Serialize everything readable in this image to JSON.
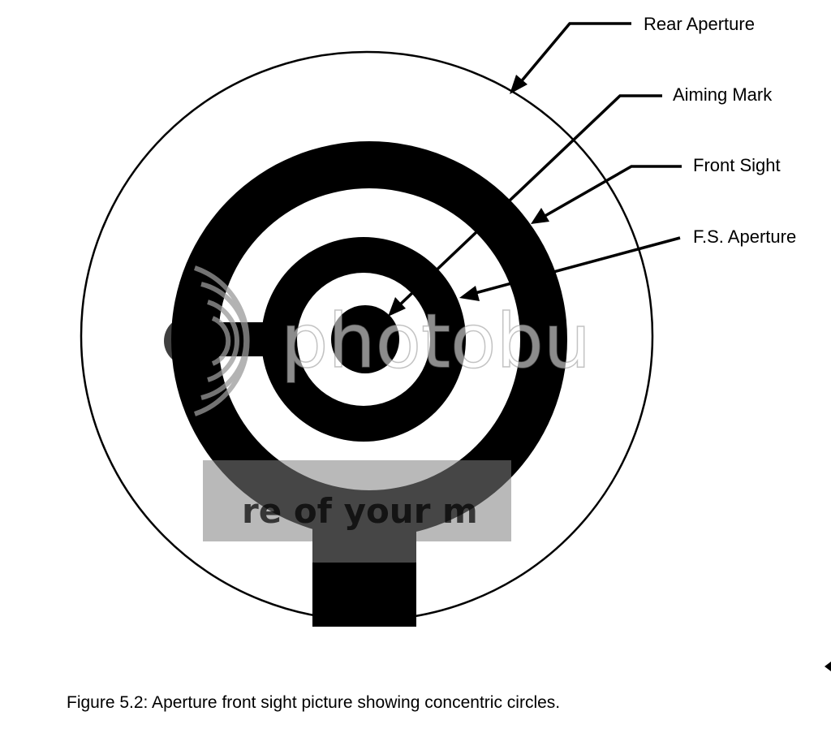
{
  "labels": {
    "rear_aperture": "Rear Aperture",
    "aiming_mark": "Aiming Mark",
    "front_sight": "Front Sight",
    "fs_aperture": "F.S. Aperture"
  },
  "caption": "Figure 5.2:  Aperture front sight picture showing concentric circles.",
  "watermark": {
    "logo_text": "photobu",
    "banner_text": "re of your m"
  },
  "colors": {
    "ink": "#000000",
    "paper": "#ffffff",
    "watermark_gray": "#808080"
  }
}
